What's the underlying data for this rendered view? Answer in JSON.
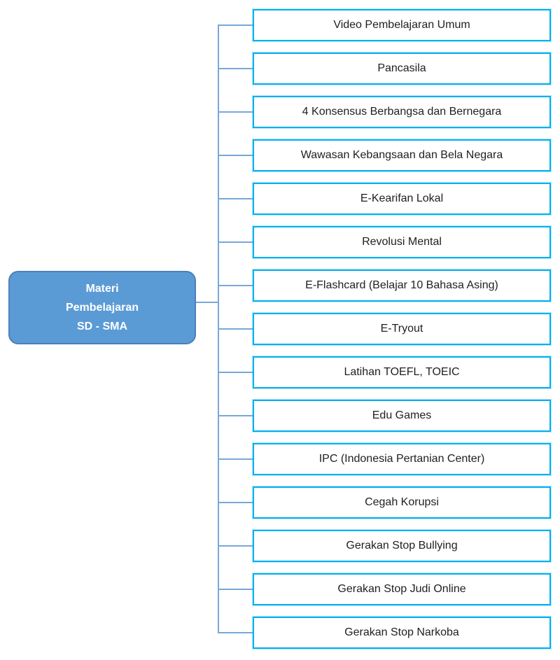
{
  "diagram": {
    "root": {
      "label": "Materi Pembelajaran SD - SMA",
      "lines": [
        "Materi",
        "Pembelajaran",
        "SD - SMA"
      ]
    },
    "children": [
      "Video Pembelajaran Umum",
      "Pancasila",
      "4 Konsensus Berbangsa dan Bernegara",
      "Wawasan Kebangsaan dan Bela Negara",
      "E-Kearifan Lokal",
      "Revolusi Mental",
      "E-Flashcard (Belajar 10 Bahasa Asing)",
      "E-Tryout",
      "Latihan TOEFL, TOEIC",
      "Edu Games",
      "IPC (Indonesia Pertanian Center)",
      "Cegah Korupsi",
      "Gerakan Stop Bullying",
      "Gerakan Stop Judi Online",
      "Gerakan Stop Narkoba"
    ],
    "colors": {
      "background": "#ffffff",
      "root_fill": "#5b9bd5",
      "root_border": "#4a80ba",
      "root_text": "#ffffff",
      "child_fill": "#ffffff",
      "child_border": "#00b0f0",
      "child_text": "#1f1f1f",
      "connector": "#7aa7d8"
    }
  }
}
